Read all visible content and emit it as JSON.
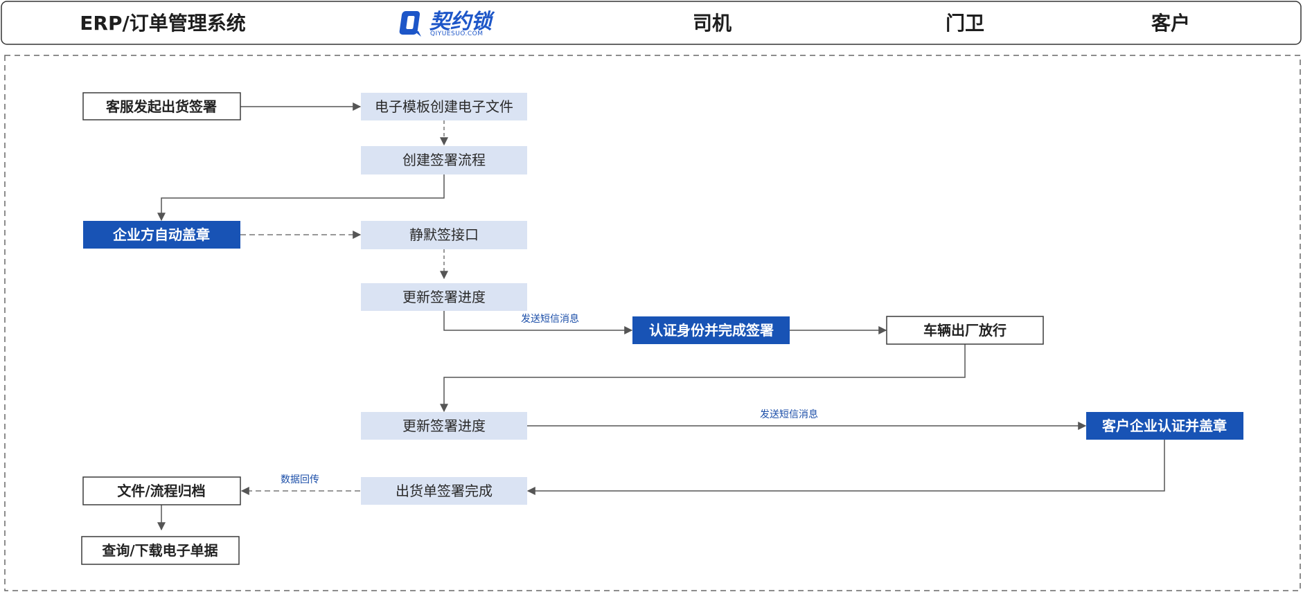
{
  "lanes": {
    "erp": "ERP/订单管理系统",
    "driver": "司机",
    "guard": "门卫",
    "customer": "客户"
  },
  "logo": {
    "name": "契约锁",
    "sub": "QIYUESUO.COM"
  },
  "nodes": {
    "n1": "客服发起出货签署",
    "n2": "电子模板创建电子文件",
    "n3": "创建签署流程",
    "n4": "企业方自动盖章",
    "n5": "静默签接口",
    "n6": "更新签署进度",
    "n7": "认证身份并完成签署",
    "n8": "车辆出厂放行",
    "n9": "更新签署进度",
    "n10": "客户企业认证并盖章",
    "n11": "出货单签署完成",
    "n12": "文件/流程归档",
    "n13": "查询/下载电子单据"
  },
  "annotations": {
    "sms1": "发送短信消息",
    "sms2": "发送短信消息",
    "data_return": "数据回传"
  },
  "colors": {
    "brand_blue": "#1853b5",
    "light_fill": "#dae3f3",
    "line": "#555555",
    "border": "#3a3a3a"
  }
}
